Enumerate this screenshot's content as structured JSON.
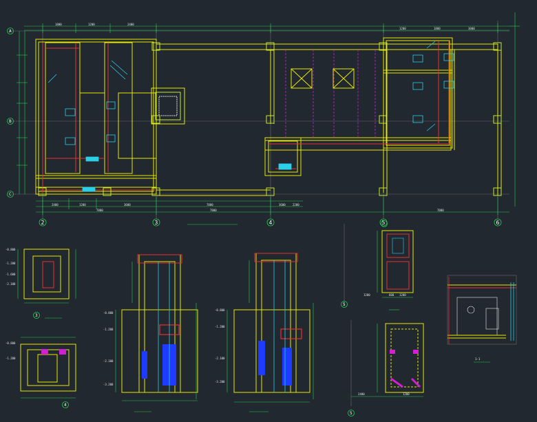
{
  "colors": {
    "background": "#212830",
    "wall_outer": "#e8e800",
    "wall_inner": "#e83030",
    "dimension": "#22d04a",
    "axis": "#ffffff",
    "column": "#c8e830",
    "detail": "#2bd0e8",
    "dashed": "#d020d0",
    "blue_fill": "#1e3cff",
    "gray_line": "#6a6a6a"
  },
  "plan": {
    "axes_bottom": [
      "2",
      "3",
      "4",
      "5",
      "6"
    ],
    "axes_left": [
      "A",
      "B",
      "C"
    ],
    "dims_top": [
      "1800",
      "1200",
      "2400",
      "1200",
      "1800",
      "3000"
    ],
    "dims_bottom": [
      "2400",
      "1200",
      "3600",
      "7800",
      "3600",
      "2200"
    ],
    "dims_total": [
      "7800",
      "7800",
      "7800"
    ]
  },
  "details": {
    "d1": {
      "label": "3",
      "levels": [
        "-0.800",
        "-1.200",
        "-1.600",
        "-2.100"
      ]
    },
    "d2": {
      "label": "4",
      "levels": [
        "-0.800",
        "-1.200"
      ]
    },
    "d3": {
      "levels": [
        "-0.800",
        "-1.200",
        "-2.100",
        "-3.200"
      ]
    },
    "d4": {
      "levels": [
        "-0.800",
        "-1.200",
        "-2.100",
        "-3.200"
      ]
    },
    "d5": {
      "label": "5",
      "dims": [
        "1200",
        "600",
        "1200"
      ]
    },
    "d6": {
      "label": "5",
      "dims": [
        "2400",
        "1200"
      ]
    },
    "d7": {
      "title": "1-1"
    }
  }
}
